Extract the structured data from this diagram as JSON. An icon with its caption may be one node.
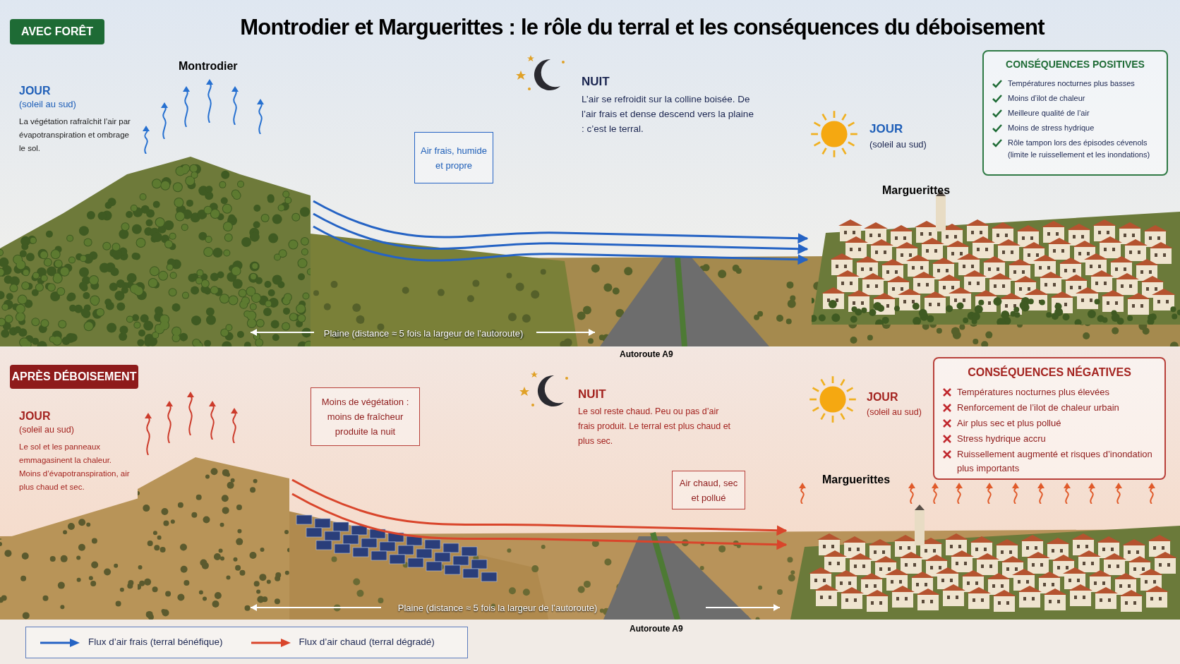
{
  "diagram": {
    "title": "Montrodier et Marguerittes : le rôle du terral et les conséquences du déboisement",
    "nodes": [
      {
        "text": [
          "AVEC FORÊT"
        ]
      },
      {
        "text": [],
        "shape": "picture"
      },
      {
        "text": [
          "Air frais, humide et propre"
        ]
      },
      {
        "text": [
          "CONSÉQUENCES POSITIVES",
          "Températures nocturnes plus basses",
          "Moins d’ilot de chaleur",
          "Meilleure qualité de l’air",
          "Moins de stress hydrique",
          "Rôle tampon lors des épisodes cévenols (limite le ruissellement et les inondations)"
        ]
      },
      {
        "text": [],
        "shape": "picture",
        "beside": [
          "Marguerittes"
        ]
      },
      {
        "text": [
          "APRÈS DÉBOISEMENT"
        ]
      },
      {
        "text": [],
        "shape": "picture"
      },
      {
        "text": [
          "Moins de végétation : moins de fraîcheur produite la nuit"
        ]
      },
      {
        "text": [
          "Air chaud, sec et pollué"
        ]
      },
      {
        "text": [
          "CONSÉQUENCES NÉGATIVES",
          "Températures nocturnes plus élevées",
          "Renforcement de l’ilot de chaleur urbain",
          "Air plus sec et plus pollué",
          "Stress hydrique accru",
          "Ruissellement augmenté et risques d’inondation plus importants"
        ]
      },
      {
        "text": [],
        "shape": "picture",
        "beside": [
          "Marguerittes"
        ]
      }
    ],
    "edges": [
      {
        "from": 1,
        "to": 4,
        "arrow": "to",
        "color": "#2563c4"
      },
      {
        "from": 1,
        "to": 4,
        "arrow": "to",
        "color": "#2563c4"
      },
      {
        "from": 1,
        "to": 4,
        "arrow": "to",
        "color": "#2563c4"
      },
      {
        "from": 6,
        "to": 10,
        "arrow": "to",
        "color": "#d9452b"
      },
      {
        "from": 6,
        "to": 10,
        "arrow": "to",
        "color": "#d9452b"
      }
    ],
    "labels": [
      "Montrodier",
      "JOUR",
      "(soleil au sud)",
      "La végétation rafraîchit l’air par évapotranspiration et ombrage le sol.",
      "NUIT",
      "L’air se refroidit sur la colline boisée. De l’air frais et dense descend vers la plaine : c’est le terral.",
      "JOUR",
      "(soleil au sud)",
      "Plaine (distance ≈ 5 fois la largeur de l’autoroute)",
      "Autoroute A9",
      "JOUR",
      "(soleil au sud)",
      "Le sol et les panneaux emmagasinent la chaleur. Moins d’évapotranspiration, air plus chaud et sec.",
      "NUIT",
      "Le sol reste chaud. Peu ou pas d’air frais produit. Le terral est plus chaud et plus sec.",
      "JOUR",
      "(soleil au sud)",
      "Plaine (distance ≈ 5 fois la largeur de l’autoroute)",
      "Autoroute A9"
    ],
    "legend": [
      {
        "text": "Flux d’air frais (terral bénéfique)"
      },
      {
        "text": "Flux d’air chaud (terral dégradé)"
      }
    ]
  }
}
